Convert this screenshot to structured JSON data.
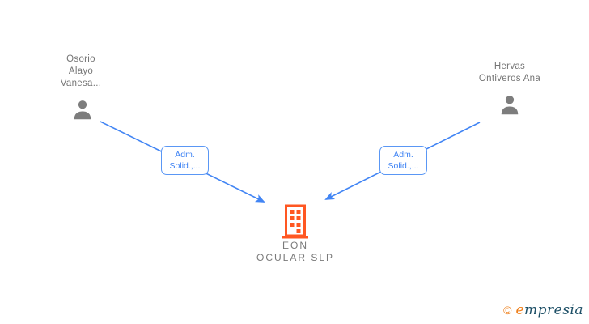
{
  "diagram": {
    "type": "corporate-relationship-graph",
    "colors": {
      "background": "#ffffff",
      "edge_blue": "#4285f4",
      "edge_label_border": "#5a97f5",
      "person_gray": "#7d7d7d",
      "name_text_gray": "#757575",
      "company_orange": "#ff5722",
      "company_text_gray": "#7a7a7a"
    },
    "nodes": {
      "person_left": {
        "name": "Osorio\nAlayo\nVanesa...",
        "icon": "person-silhouette"
      },
      "person_right": {
        "name": "Hervas\nOntiveros Ana",
        "icon": "person-silhouette"
      },
      "company": {
        "name": "EON\nOCULAR  SLP",
        "icon": "office-building"
      }
    },
    "edges": {
      "left": {
        "label": "Adm.\nSolid.,...",
        "from": "person_left",
        "to": "company"
      },
      "right": {
        "label": "Adm.\nSolid.,...",
        "from": "person_right",
        "to": "company"
      }
    }
  },
  "watermark": {
    "copyright_symbol": "©",
    "brand_initial": "e",
    "brand_rest": "mpresia"
  }
}
